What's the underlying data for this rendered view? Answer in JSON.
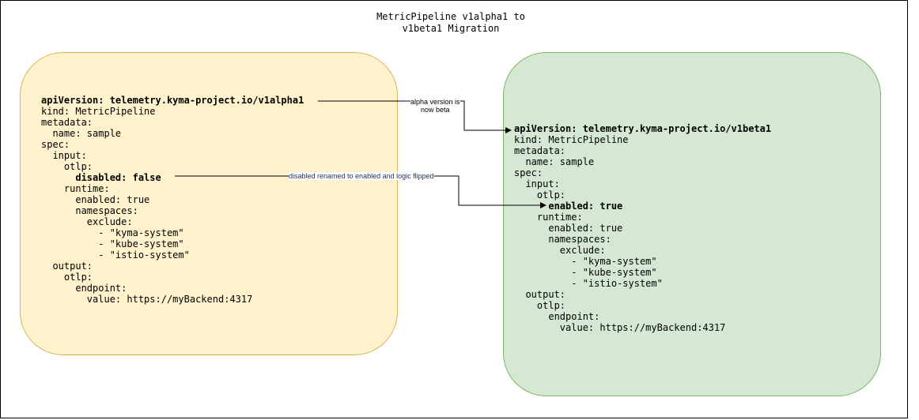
{
  "title_lines": [
    "MetricPipeline v1alpha1 to",
    "v1beta1 Migration"
  ],
  "colors": {
    "left_fill": "#fff2cc",
    "left_stroke": "#d6b656",
    "right_fill": "#d5e8d4",
    "right_stroke": "#82b366",
    "note_text": "#1f2d5c"
  },
  "left_yaml": [
    {
      "text": "apiVersion: telemetry.kyma-project.io/v1alpha1",
      "bold": true
    },
    {
      "text": "kind: MetricPipeline",
      "bold": false
    },
    {
      "text": "metadata:",
      "bold": false
    },
    {
      "text": "  name: sample",
      "bold": false
    },
    {
      "text": "spec:",
      "bold": false
    },
    {
      "text": "  input:",
      "bold": false
    },
    {
      "text": "    otlp:",
      "bold": false
    },
    {
      "text": "      disabled: false",
      "bold": true
    },
    {
      "text": "    runtime:",
      "bold": false
    },
    {
      "text": "      enabled: true",
      "bold": false
    },
    {
      "text": "      namespaces:",
      "bold": false
    },
    {
      "text": "        exclude:",
      "bold": false
    },
    {
      "text": "          - \"kyma-system\"",
      "bold": false
    },
    {
      "text": "          - \"kube-system\"",
      "bold": false
    },
    {
      "text": "          - \"istio-system\"",
      "bold": false
    },
    {
      "text": "  output:",
      "bold": false
    },
    {
      "text": "    otlp:",
      "bold": false
    },
    {
      "text": "      endpoint:",
      "bold": false
    },
    {
      "text": "        value: https://myBackend:4317",
      "bold": false
    }
  ],
  "right_yaml": [
    {
      "text": "apiVersion: telemetry.kyma-project.io/v1beta1",
      "bold": true
    },
    {
      "text": "kind: MetricPipeline",
      "bold": false
    },
    {
      "text": "metadata:",
      "bold": false
    },
    {
      "text": "  name: sample",
      "bold": false
    },
    {
      "text": "spec:",
      "bold": false
    },
    {
      "text": "  input:",
      "bold": false
    },
    {
      "text": "    otlp:",
      "bold": false
    },
    {
      "text": "      enabled: true",
      "bold": true
    },
    {
      "text": "    runtime:",
      "bold": false
    },
    {
      "text": "      enabled: true",
      "bold": false
    },
    {
      "text": "      namespaces:",
      "bold": false
    },
    {
      "text": "        exclude:",
      "bold": false
    },
    {
      "text": "          - \"kyma-system\"",
      "bold": false
    },
    {
      "text": "          - \"kube-system\"",
      "bold": false
    },
    {
      "text": "          - \"istio-system\"",
      "bold": false
    },
    {
      "text": "  output:",
      "bold": false
    },
    {
      "text": "    otlp:",
      "bold": false
    },
    {
      "text": "      endpoint:",
      "bold": false
    },
    {
      "text": "        value: https://myBackend:4317",
      "bold": false
    }
  ],
  "annotations": {
    "api_version_note": [
      "alpha version is",
      "now beta"
    ],
    "disabled_note": "disabled renamed to enabled and logic flipped"
  }
}
